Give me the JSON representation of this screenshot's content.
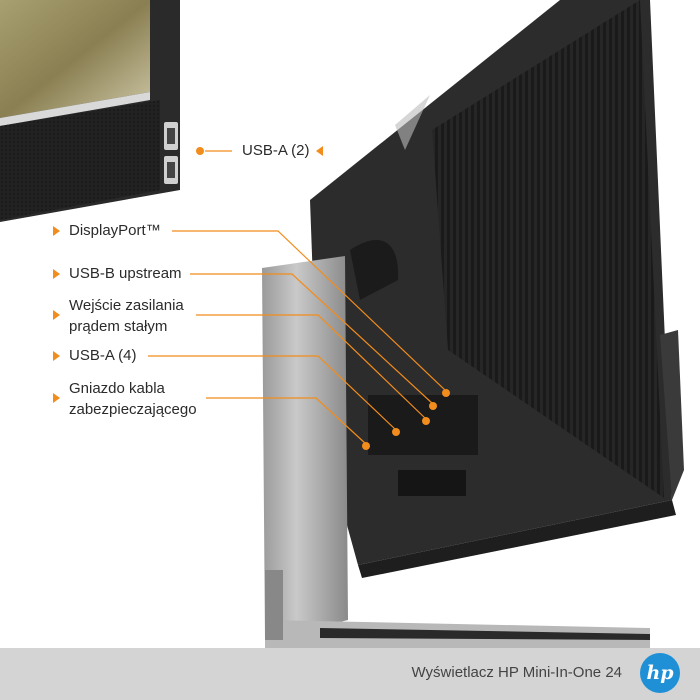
{
  "labels": {
    "usb_a_2": "USB-A (2)",
    "displayport": "DisplayPort™",
    "usb_b": "USB-B upstream",
    "power_line1": "Wejście zasilania",
    "power_line2": "prądem stałym",
    "usb_a_4": "USB-A (4)",
    "lock_line1": "Gniazdo kabla",
    "lock_line2": "zabezpieczającego"
  },
  "footer": {
    "title": "Wyświetlacz HP Mini-In-One 24",
    "logo": "hp"
  },
  "colors": {
    "accent": "#f28c1c",
    "footer_bg": "#d4d4d4",
    "logo_bg": "#1f8fd6"
  }
}
